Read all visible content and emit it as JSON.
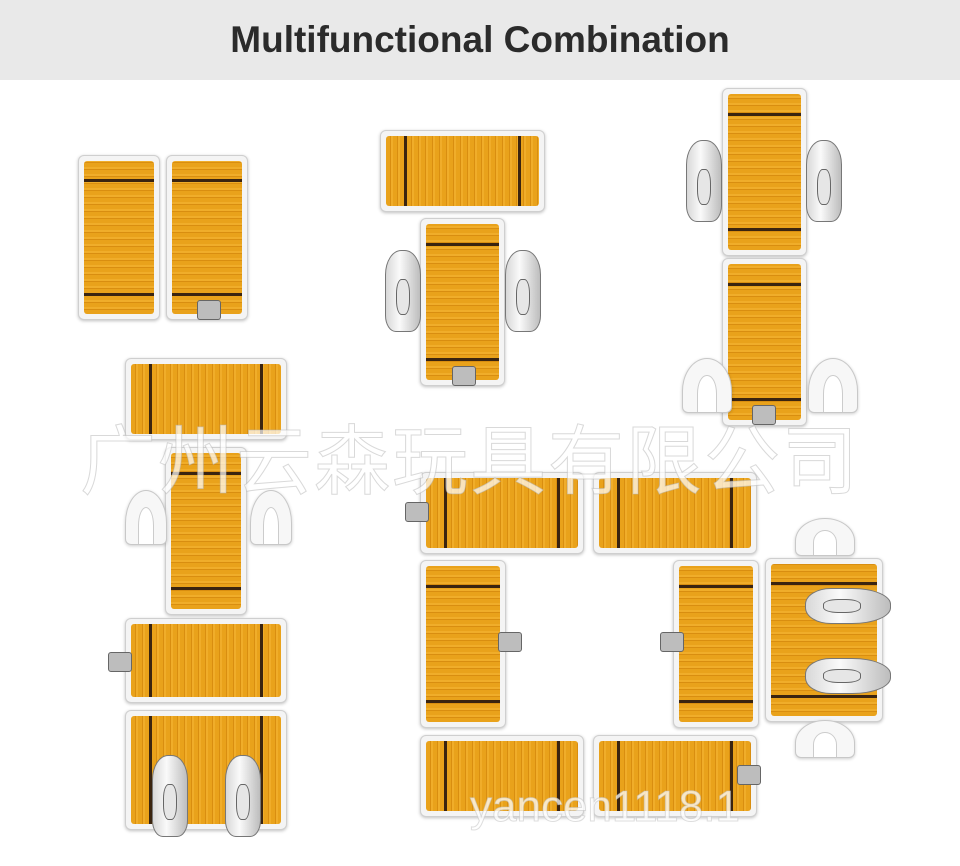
{
  "header": {
    "title": "Multifunctional Combination"
  },
  "watermark": {
    "company": "广州云森玩具有限公司",
    "handle": "yancen1118.1"
  },
  "colors": {
    "deck": "#e9a21b",
    "frame": "#f4f4f4",
    "header_bg": "#e9e9e9"
  }
}
